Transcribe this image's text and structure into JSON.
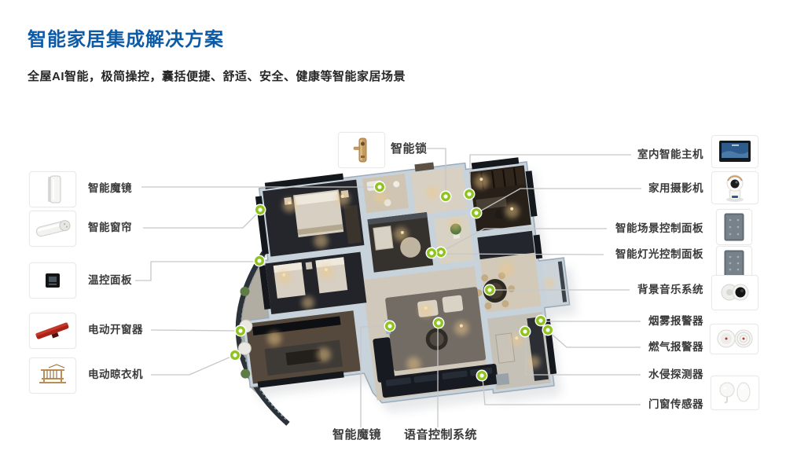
{
  "page": {
    "title": "智能家居集成解决方案",
    "subtitle": "全屋AI智能，极简操控，囊括便捷、舒适、安全、健康等智能家居场景"
  },
  "colors": {
    "title_blue": "#0d5ba6",
    "marker_green": "#8fc31f",
    "leader_gray": "#c7c7c7",
    "label_dark": "#3a3a3a"
  },
  "devices": {
    "smart_lock": {
      "label": "智能锁",
      "icon": "smart-lock-icon"
    },
    "indoor_host": {
      "label": "室内智能主机",
      "icon": "indoor-host-icon"
    },
    "home_camera": {
      "label": "家用摄影机",
      "icon": "home-camera-icon"
    },
    "scene_panel": {
      "label": "智能场景控制面板",
      "icon": "scene-panel-icon"
    },
    "light_panel": {
      "label": "智能灯光控制面板",
      "icon": "light-panel-icon"
    },
    "music_system": {
      "label": "背景音乐系统",
      "icon": "music-speaker-icon"
    },
    "smoke_alarm": {
      "label": "烟雾报警器",
      "icon": "smoke-gas-alarm-icon"
    },
    "gas_alarm": {
      "label": "燃气报警器",
      "icon": "smoke-gas-alarm-icon"
    },
    "water_detector": {
      "label": "水侵探测器",
      "icon": "water-door-sensor-icon"
    },
    "door_sensor": {
      "label": "门窗传感器",
      "icon": "water-door-sensor-icon"
    },
    "smart_mirror": {
      "label": "智能魔镜",
      "icon": "smart-mirror-icon"
    },
    "smart_curtain": {
      "label": "智能窗帘",
      "icon": "smart-curtain-icon"
    },
    "thermo_panel": {
      "label": "温控面板",
      "icon": "thermostat-icon"
    },
    "window_opener": {
      "label": "电动开窗器",
      "icon": "window-opener-icon"
    },
    "clothes_dryer": {
      "label": "电动晾衣机",
      "icon": "clothes-dryer-icon"
    },
    "smart_mirror_plan": {
      "label": "智能魔镜"
    },
    "voice_control": {
      "label": "语音控制系统"
    }
  }
}
